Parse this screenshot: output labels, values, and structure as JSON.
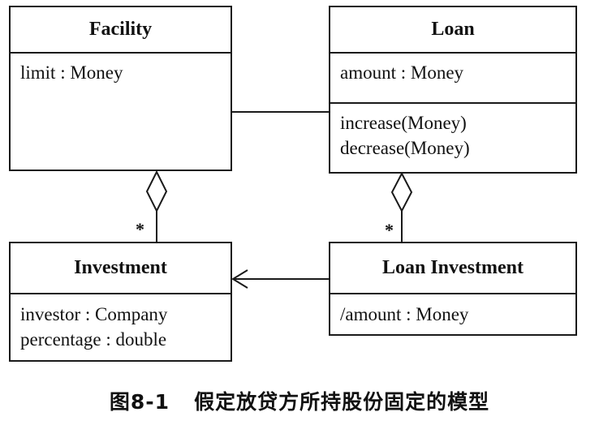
{
  "classes": {
    "facility": {
      "name": "Facility",
      "attributes": [
        "limit : Money"
      ]
    },
    "loan": {
      "name": "Loan",
      "attributes": [
        "amount : Money"
      ],
      "operations": [
        "increase(Money)",
        "decrease(Money)"
      ]
    },
    "investment": {
      "name": "Investment",
      "attributes": [
        "investor : Company",
        "percentage : double"
      ]
    },
    "loan_investment": {
      "name": "Loan Investment",
      "attributes": [
        "/amount : Money"
      ]
    }
  },
  "relationships": {
    "facility_investment_multiplicity": "*",
    "loan_loaninvestment_multiplicity": "*"
  },
  "caption": {
    "figure_number": "图8-1",
    "title": "假定放贷方所持股份固定的模型"
  }
}
